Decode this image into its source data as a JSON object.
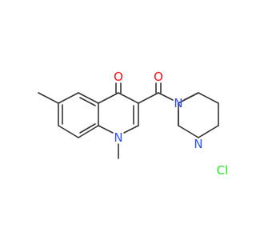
{
  "colors": {
    "background": "#ffffff",
    "bond": "#333333",
    "oxygen": "#ff0d0d",
    "nitrogen": "#3050f8",
    "chlorine": "#1ff01f"
  },
  "labels": {
    "ring_oxygen": "O",
    "amide_oxygen": "O",
    "amide_nitrogen": "N",
    "quinolone_nitrogen": "N",
    "pyridine_nitrogen": "N",
    "chlorine": "Cl"
  }
}
